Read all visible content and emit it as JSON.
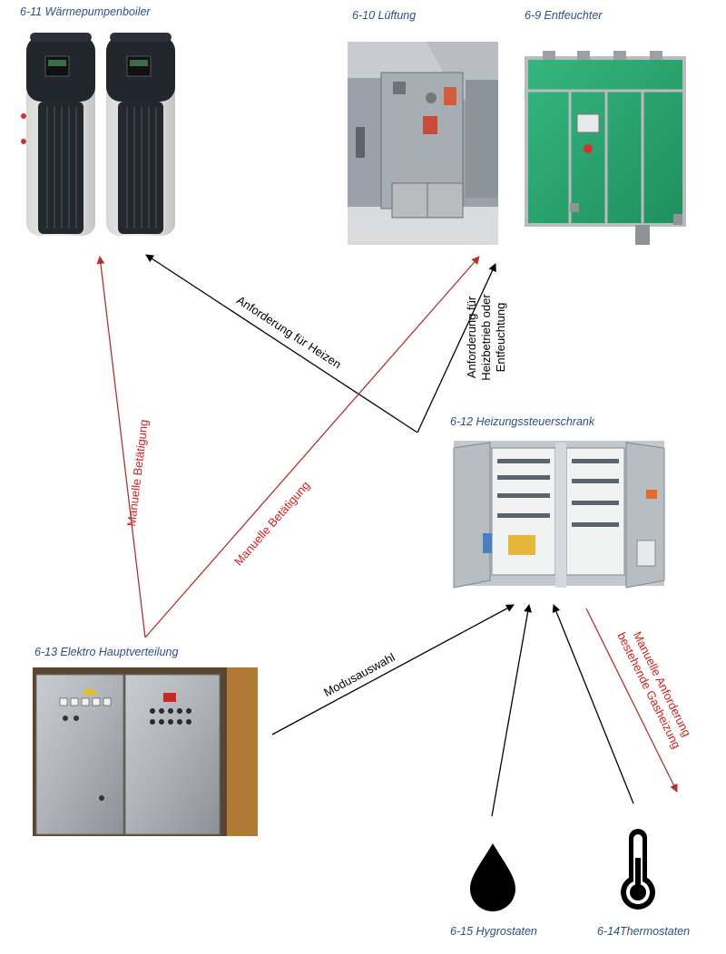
{
  "nodes": {
    "heatpump": {
      "caption": "6-11 Wärmepumpenboiler"
    },
    "ventilation": {
      "caption": "6-10 Lüftung"
    },
    "dehumidifier": {
      "caption": "6-9 Entfeuchter"
    },
    "heating_cabinet": {
      "caption": "6-12 Heizungssteuerschrank"
    },
    "main_distribution": {
      "caption": "6-13 Elektro Hauptverteilung"
    },
    "hygrostat": {
      "caption": "6-15 Hygrostaten"
    },
    "thermostat": {
      "caption": "6-14Thermostaten"
    }
  },
  "edges": {
    "heating_request": "Anforderung für Heizen",
    "heat_or_dehum_line1": "Anforderung für",
    "heat_or_dehum_line2": "Heizbetrieb oder",
    "heat_or_dehum_line3": "Entfeuchtung",
    "manual_1": "Manuelle Betätigung",
    "manual_2": "Manuelle Betätigung",
    "mode_select": "Modusauswahl",
    "manual_request_line1": "Manuelle Anforderung",
    "manual_request_line2": "bestehende Gasheizung"
  },
  "colors": {
    "request": "#000000",
    "manual": "#b5312c",
    "manual_text": "#d21f1f",
    "caption": "#2b4f82"
  }
}
